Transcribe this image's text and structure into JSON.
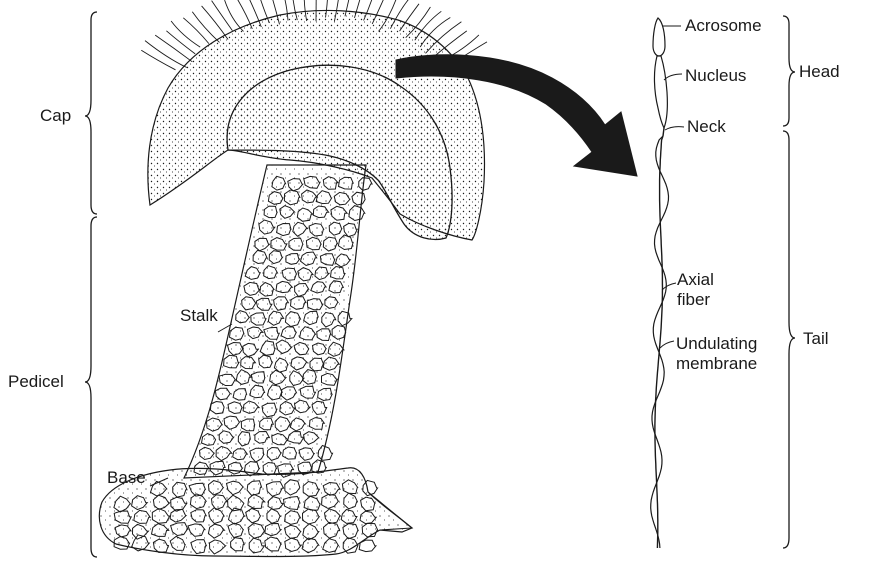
{
  "left_specimen": {
    "regions": {
      "cap": "Cap",
      "pedicel": "Pedicel"
    },
    "parts": {
      "stalk": "Stalk",
      "base": "Base"
    }
  },
  "right_specimen": {
    "regions": {
      "head": "Head",
      "tail": "Tail"
    },
    "parts": {
      "acrosome": "Acrosome",
      "nucleus": "Nucleus",
      "neck": "Neck",
      "axial_fiber": "Axial fiber",
      "undulating_membrane": "Undulating membrane"
    }
  },
  "colors": {
    "ink": "#1a1a1a",
    "background": "#ffffff"
  }
}
